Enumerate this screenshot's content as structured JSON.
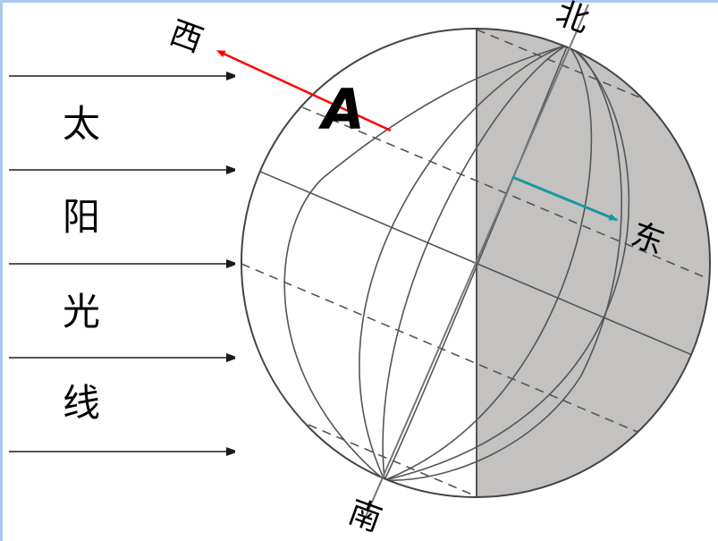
{
  "diagram": {
    "title": "",
    "sunlight_label_chars": [
      "太",
      "阳",
      "光",
      "线"
    ],
    "direction_labels": {
      "north": "北",
      "south": "南",
      "east": "东",
      "west": "西"
    },
    "point_label": "A",
    "colors": {
      "night_side": "#c3c2c1",
      "day_side": "#ffffff",
      "west_arrow": "#ff0000",
      "east_arrow": "#16999c",
      "grid_lines": "#555555",
      "frame": "#a9c8ec"
    },
    "sun_rays_count": 5
  }
}
